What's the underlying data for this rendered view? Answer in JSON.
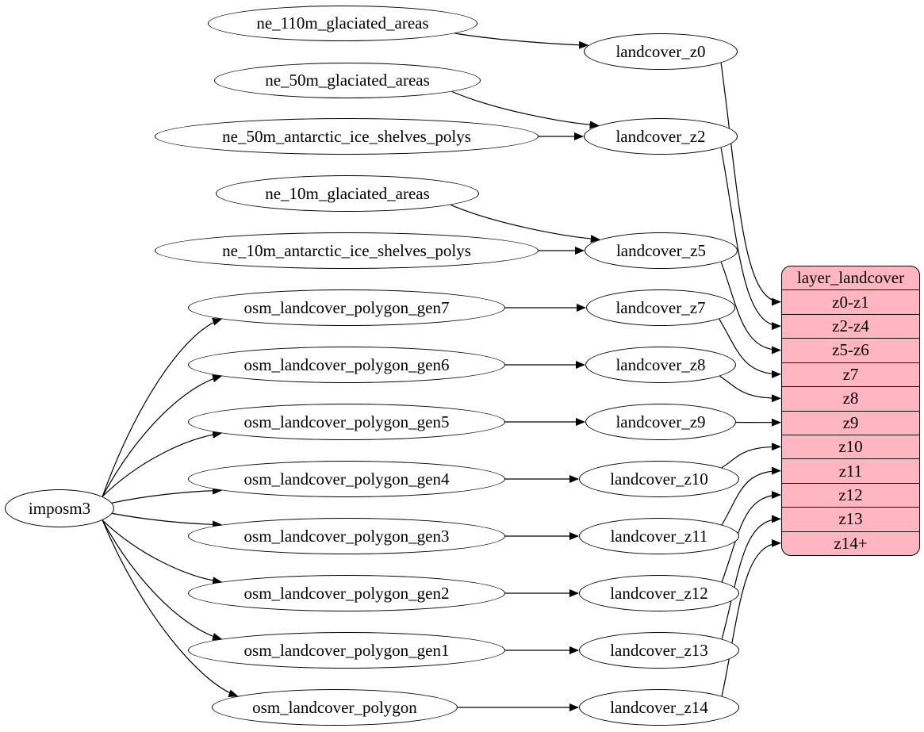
{
  "diagram": {
    "type": "dependency-graph",
    "background": "#ffffff",
    "edge_color": "#000000",
    "node_fill": "#ffffff",
    "node_border": "#000000",
    "nodes": [
      {
        "id": "imposm3",
        "label": "imposm3"
      },
      {
        "id": "ne_110m_glaciated_areas",
        "label": "ne_110m_glaciated_areas"
      },
      {
        "id": "landcover_z0",
        "label": "landcover_z0"
      },
      {
        "id": "ne_50m_glaciated_areas",
        "label": "ne_50m_glaciated_areas"
      },
      {
        "id": "ne_50m_antarctic_ice_shelves_polys",
        "label": "ne_50m_antarctic_ice_shelves_polys"
      },
      {
        "id": "landcover_z2",
        "label": "landcover_z2"
      },
      {
        "id": "ne_10m_glaciated_areas",
        "label": "ne_10m_glaciated_areas"
      },
      {
        "id": "ne_10m_antarctic_ice_shelves_polys",
        "label": "ne_10m_antarctic_ice_shelves_polys"
      },
      {
        "id": "landcover_z5",
        "label": "landcover_z5"
      },
      {
        "id": "osm_landcover_polygon_gen7",
        "label": "osm_landcover_polygon_gen7"
      },
      {
        "id": "landcover_z7",
        "label": "landcover_z7"
      },
      {
        "id": "osm_landcover_polygon_gen6",
        "label": "osm_landcover_polygon_gen6"
      },
      {
        "id": "landcover_z8",
        "label": "landcover_z8"
      },
      {
        "id": "osm_landcover_polygon_gen5",
        "label": "osm_landcover_polygon_gen5"
      },
      {
        "id": "landcover_z9",
        "label": "landcover_z9"
      },
      {
        "id": "osm_landcover_polygon_gen4",
        "label": "osm_landcover_polygon_gen4"
      },
      {
        "id": "landcover_z10",
        "label": "landcover_z10"
      },
      {
        "id": "osm_landcover_polygon_gen3",
        "label": "osm_landcover_polygon_gen3"
      },
      {
        "id": "landcover_z11",
        "label": "landcover_z11"
      },
      {
        "id": "osm_landcover_polygon_gen2",
        "label": "osm_landcover_polygon_gen2"
      },
      {
        "id": "landcover_z12",
        "label": "landcover_z12"
      },
      {
        "id": "osm_landcover_polygon_gen1",
        "label": "osm_landcover_polygon_gen1"
      },
      {
        "id": "landcover_z13",
        "label": "landcover_z13"
      },
      {
        "id": "osm_landcover_polygon",
        "label": "osm_landcover_polygon"
      },
      {
        "id": "landcover_z14",
        "label": "landcover_z14"
      }
    ],
    "record": {
      "id": "layer_landcover",
      "title": "layer_landcover",
      "fill": "#ffb6c1",
      "rows": [
        "z0-z1",
        "z2-z4",
        "z5-z6",
        "z7",
        "z8",
        "z9",
        "z10",
        "z11",
        "z12",
        "z13",
        "z14+"
      ]
    },
    "edges": [
      [
        "ne_110m_glaciated_areas",
        "landcover_z0"
      ],
      [
        "ne_50m_glaciated_areas",
        "landcover_z2"
      ],
      [
        "ne_50m_antarctic_ice_shelves_polys",
        "landcover_z2"
      ],
      [
        "ne_10m_glaciated_areas",
        "landcover_z5"
      ],
      [
        "ne_10m_antarctic_ice_shelves_polys",
        "landcover_z5"
      ],
      [
        "imposm3",
        "osm_landcover_polygon_gen7"
      ],
      [
        "imposm3",
        "osm_landcover_polygon_gen6"
      ],
      [
        "imposm3",
        "osm_landcover_polygon_gen5"
      ],
      [
        "imposm3",
        "osm_landcover_polygon_gen4"
      ],
      [
        "imposm3",
        "osm_landcover_polygon_gen3"
      ],
      [
        "imposm3",
        "osm_landcover_polygon_gen2"
      ],
      [
        "imposm3",
        "osm_landcover_polygon_gen1"
      ],
      [
        "imposm3",
        "osm_landcover_polygon"
      ],
      [
        "osm_landcover_polygon_gen7",
        "landcover_z7"
      ],
      [
        "osm_landcover_polygon_gen6",
        "landcover_z8"
      ],
      [
        "osm_landcover_polygon_gen5",
        "landcover_z9"
      ],
      [
        "osm_landcover_polygon_gen4",
        "landcover_z10"
      ],
      [
        "osm_landcover_polygon_gen3",
        "landcover_z11"
      ],
      [
        "osm_landcover_polygon_gen2",
        "landcover_z12"
      ],
      [
        "osm_landcover_polygon_gen1",
        "landcover_z13"
      ],
      [
        "osm_landcover_polygon",
        "landcover_z14"
      ],
      [
        "landcover_z0",
        "row-z0-z1"
      ],
      [
        "landcover_z2",
        "row-z2-z4"
      ],
      [
        "landcover_z5",
        "row-z5-z6"
      ],
      [
        "landcover_z7",
        "row-z7"
      ],
      [
        "landcover_z8",
        "row-z8"
      ],
      [
        "landcover_z9",
        "row-z9"
      ],
      [
        "landcover_z10",
        "row-z10"
      ],
      [
        "landcover_z11",
        "row-z11"
      ],
      [
        "landcover_z12",
        "row-z12"
      ],
      [
        "landcover_z13",
        "row-z13"
      ],
      [
        "landcover_z14",
        "row-z14+"
      ]
    ]
  }
}
